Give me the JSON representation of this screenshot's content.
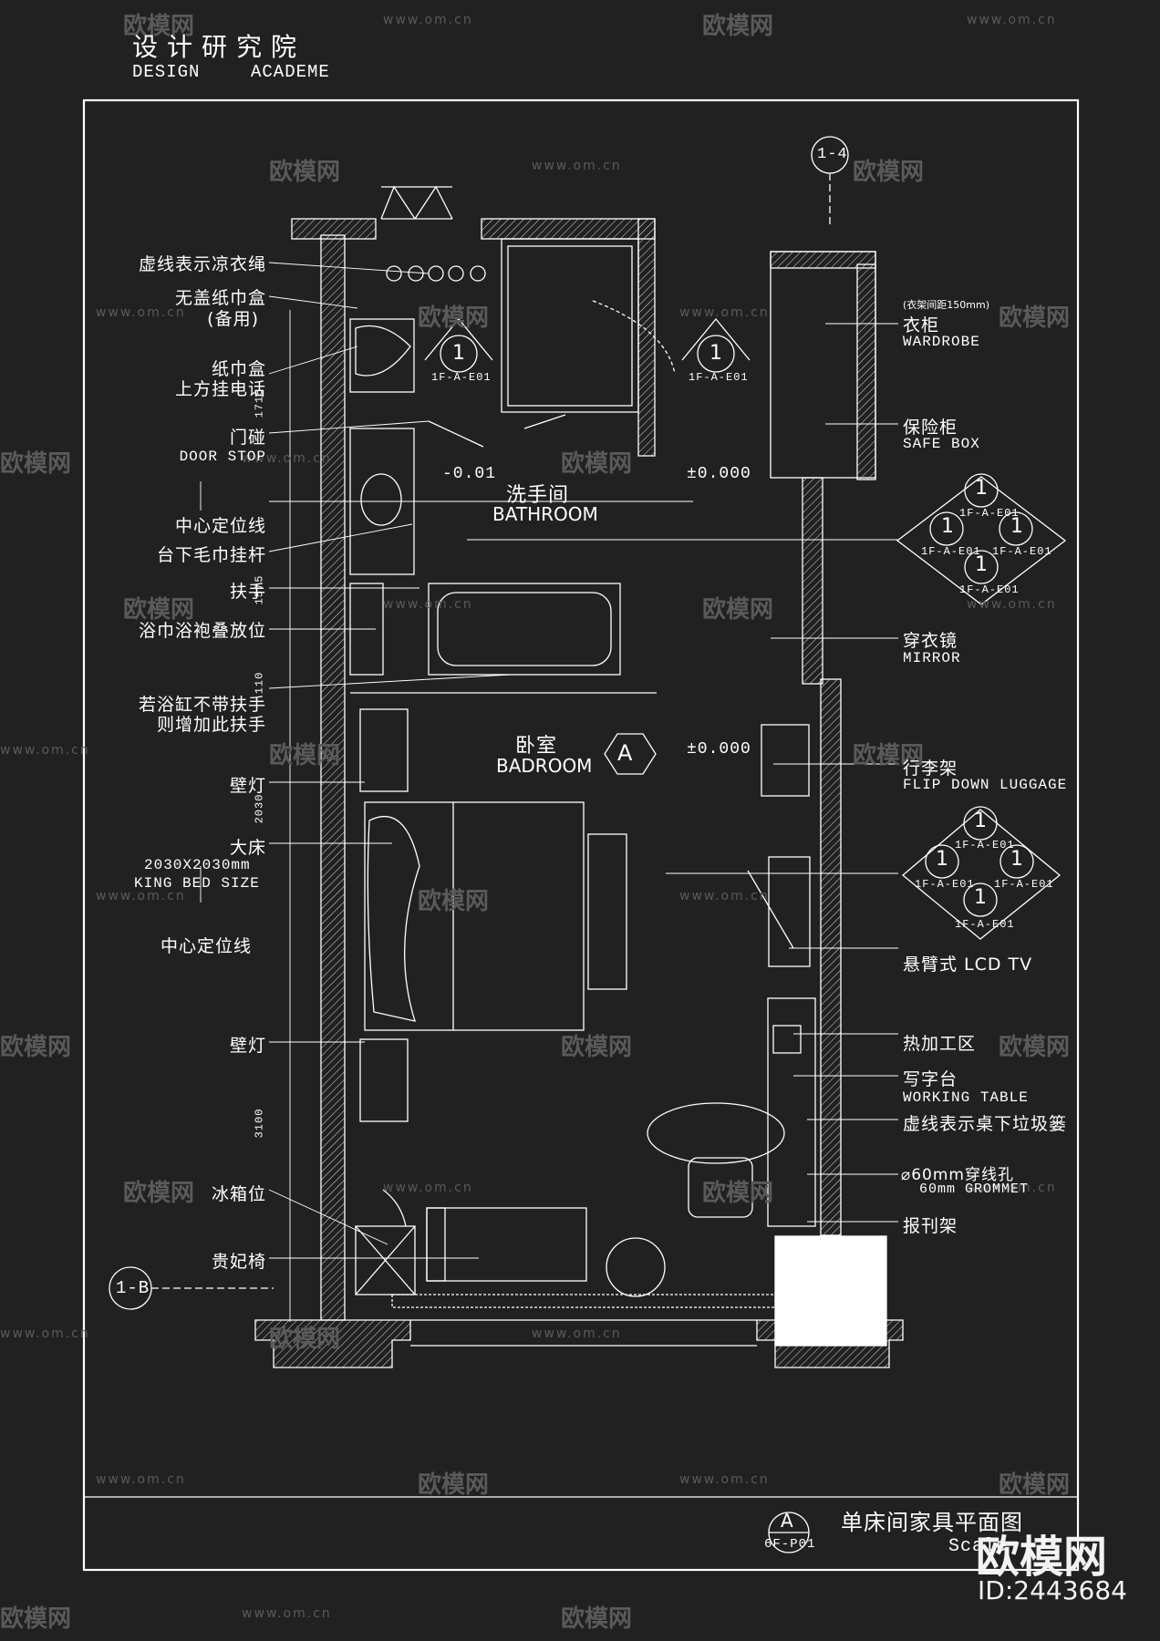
{
  "header": {
    "title_cn": "设计研究院",
    "title_en_1": "DESIGN",
    "title_en_2": "ACADEME"
  },
  "grid_markers": {
    "top": "1-4",
    "left": "1-B"
  },
  "rooms": {
    "bathroom_cn": "洗手间",
    "bathroom_en": "BATHROOM",
    "bedroom_cn": "卧室",
    "bedroom_en": "BADROOM",
    "section_tag": "A",
    "level_bath": "-0.01",
    "level_bath2": "±0.000",
    "level_bed": "±0.000"
  },
  "elev_tags": {
    "num": "1",
    "ref": "1F-A-E01"
  },
  "labels_left": [
    {
      "cn": "虚线表示凉衣绳"
    },
    {
      "cn": "无盖纸巾盒"
    },
    {
      "cn": "(备用)"
    },
    {
      "cn": "纸巾盒"
    },
    {
      "cn": "上方挂电话"
    },
    {
      "cn": "门碰",
      "en": "DOOR STOP"
    },
    {
      "cn": "中心定位线"
    },
    {
      "cn": "台下毛巾挂杆"
    },
    {
      "cn": "扶手"
    },
    {
      "cn": "浴巾浴袍叠放位"
    },
    {
      "cn": "若浴缸不带扶手"
    },
    {
      "cn": "则增加此扶手"
    },
    {
      "cn": "壁灯"
    },
    {
      "cn": "大床",
      "en": "2030X2030mm",
      "en2": "KING BED SIZE"
    },
    {
      "cn": "中心定位线"
    },
    {
      "cn": "壁灯"
    },
    {
      "cn": "冰箱位"
    },
    {
      "cn": "贵妃椅"
    }
  ],
  "labels_right": [
    {
      "note": "(衣架间距150mm)",
      "cn": "衣柜",
      "en": "WARDROBE"
    },
    {
      "cn": "保险柜",
      "en": "SAFE BOX"
    },
    {
      "cn": "穿衣镜",
      "en": "MIRROR"
    },
    {
      "cn": "行李架",
      "en": "FLIP DOWN LUGGAGE"
    },
    {
      "cn": "悬臂式 LCD TV"
    },
    {
      "cn": "热加工区"
    },
    {
      "cn": "写字台",
      "en": "WORKING TABLE"
    },
    {
      "cn": "虚线表示桌下垃圾篓"
    },
    {
      "cn": "⌀60mm穿线孔",
      "en": "60mm GROMMET"
    },
    {
      "cn": "报刊架"
    }
  ],
  "dimensions": [
    "1715",
    "1575",
    "110",
    "2030",
    "3100"
  ],
  "title_block": {
    "tag": "A",
    "sheet": "6F-P01",
    "title": "单床间家具平面图",
    "scale": "Scale"
  },
  "watermark": {
    "logo": "欧模网",
    "url": "www.om.cn",
    "id": "ID:2443684"
  }
}
